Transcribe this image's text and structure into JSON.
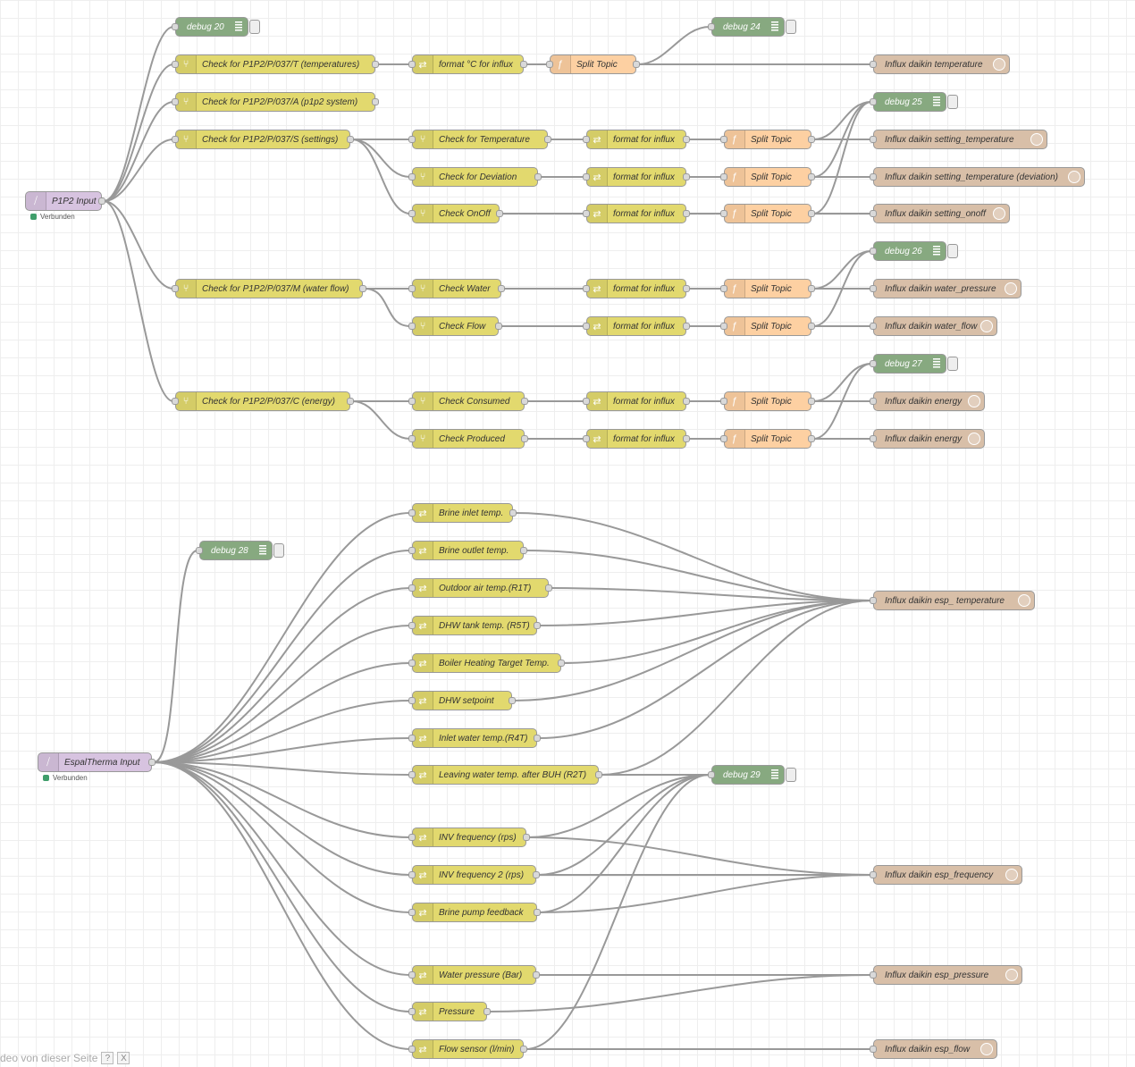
{
  "colors": {
    "switch": "#e2d96e",
    "change": "#e2d96e",
    "function": "#fdd0a2",
    "debug": "#87a980",
    "influx": "#d8bfa8",
    "input": "#d7c3e0",
    "wire": "#999999",
    "status_connected": "#3f9e6a"
  },
  "icons": {
    "input": "signal-icon",
    "switch": "switch-icon",
    "change": "shuffle-icon",
    "function": "function-icon",
    "debug": "list-icon",
    "influx": "database-icon"
  },
  "nodes": [
    {
      "id": "in1",
      "type": "input",
      "label": "P1P2 Input",
      "status": "Verbunden"
    },
    {
      "id": "d20",
      "type": "debug",
      "label": "debug 20"
    },
    {
      "id": "swT",
      "type": "switch",
      "label": "Check for P1P2/P/037/T (temperatures)"
    },
    {
      "id": "fmtC",
      "type": "change",
      "label": "format °C for influx"
    },
    {
      "id": "splT",
      "type": "function",
      "label": "Split Topic"
    },
    {
      "id": "d24",
      "type": "debug",
      "label": "debug 24"
    },
    {
      "id": "infT",
      "type": "influx",
      "label": "Influx daikin temperature"
    },
    {
      "id": "swA",
      "type": "switch",
      "label": "Check for P1P2/P/037/A (p1p2 system)"
    },
    {
      "id": "swS",
      "type": "switch",
      "label": "Check for P1P2/P/037/S (settings)"
    },
    {
      "id": "chkTemp",
      "type": "switch",
      "label": "Check for Temperature"
    },
    {
      "id": "chkDev",
      "type": "switch",
      "label": "Check for Deviation"
    },
    {
      "id": "chkOnOff",
      "type": "switch",
      "label": "Check OnOff"
    },
    {
      "id": "f1",
      "type": "change",
      "label": "format for influx"
    },
    {
      "id": "f2",
      "type": "change",
      "label": "format for influx"
    },
    {
      "id": "f3",
      "type": "change",
      "label": "format for influx"
    },
    {
      "id": "s1",
      "type": "function",
      "label": "Split Topic"
    },
    {
      "id": "s2",
      "type": "function",
      "label": "Split Topic"
    },
    {
      "id": "s3",
      "type": "function",
      "label": "Split Topic"
    },
    {
      "id": "d25",
      "type": "debug",
      "label": "debug 25"
    },
    {
      "id": "infST",
      "type": "influx",
      "label": "Influx daikin setting_temperature"
    },
    {
      "id": "infSD",
      "type": "influx",
      "label": "Influx daikin setting_temperature (deviation)"
    },
    {
      "id": "infSO",
      "type": "influx",
      "label": "Influx daikin setting_onoff"
    },
    {
      "id": "swM",
      "type": "switch",
      "label": "Check for P1P2/P/037/M (water flow)"
    },
    {
      "id": "chkWater",
      "type": "switch",
      "label": "Check Water"
    },
    {
      "id": "chkFlow",
      "type": "switch",
      "label": "Check Flow"
    },
    {
      "id": "f4",
      "type": "change",
      "label": "format for influx"
    },
    {
      "id": "f5",
      "type": "change",
      "label": "format for influx"
    },
    {
      "id": "s4",
      "type": "function",
      "label": "Split Topic"
    },
    {
      "id": "s5",
      "type": "function",
      "label": "Split Topic"
    },
    {
      "id": "d26",
      "type": "debug",
      "label": "debug 26"
    },
    {
      "id": "infWP",
      "type": "influx",
      "label": "Influx daikin water_pressure"
    },
    {
      "id": "infWF",
      "type": "influx",
      "label": "Influx daikin water_flow"
    },
    {
      "id": "swC",
      "type": "switch",
      "label": "Check for P1P2/P/037/C (energy)"
    },
    {
      "id": "chkCons",
      "type": "switch",
      "label": "Check Consumed"
    },
    {
      "id": "chkProd",
      "type": "switch",
      "label": "Check Produced"
    },
    {
      "id": "f6",
      "type": "change",
      "label": "format for influx"
    },
    {
      "id": "f7",
      "type": "change",
      "label": "format for influx"
    },
    {
      "id": "s6",
      "type": "function",
      "label": "Split Topic"
    },
    {
      "id": "s7",
      "type": "function",
      "label": "Split Topic"
    },
    {
      "id": "d27",
      "type": "debug",
      "label": "debug 27"
    },
    {
      "id": "infE1",
      "type": "influx",
      "label": "Influx daikin energy"
    },
    {
      "id": "infE2",
      "type": "influx",
      "label": "Influx daikin energy"
    },
    {
      "id": "in2",
      "type": "input",
      "label": "EspalTherma Input",
      "status": "Verbunden"
    },
    {
      "id": "d28",
      "type": "debug",
      "label": "debug 28"
    },
    {
      "id": "e1",
      "type": "change",
      "label": "Brine inlet temp."
    },
    {
      "id": "e2",
      "type": "change",
      "label": "Brine outlet temp."
    },
    {
      "id": "e3",
      "type": "change",
      "label": "Outdoor air temp.(R1T)"
    },
    {
      "id": "e4",
      "type": "change",
      "label": "DHW tank temp. (R5T)"
    },
    {
      "id": "e5",
      "type": "change",
      "label": "Boiler Heating Target Temp."
    },
    {
      "id": "e6",
      "type": "change",
      "label": "DHW setpoint"
    },
    {
      "id": "e7",
      "type": "change",
      "label": "Inlet water temp.(R4T)"
    },
    {
      "id": "e8",
      "type": "change",
      "label": "Leaving water temp. after BUH (R2T)"
    },
    {
      "id": "infET",
      "type": "influx",
      "label": "Influx daikin esp_ temperature"
    },
    {
      "id": "d29",
      "type": "debug",
      "label": "debug 29"
    },
    {
      "id": "e9",
      "type": "change",
      "label": "INV frequency (rps)"
    },
    {
      "id": "e10",
      "type": "change",
      "label": "INV frequency 2 (rps)"
    },
    {
      "id": "e11",
      "type": "change",
      "label": "Brine pump feedback"
    },
    {
      "id": "infEF",
      "type": "influx",
      "label": "Influx daikin esp_frequency"
    },
    {
      "id": "e12",
      "type": "change",
      "label": "Water pressure (Bar)"
    },
    {
      "id": "e13",
      "type": "change",
      "label": "Pressure"
    },
    {
      "id": "infEP",
      "type": "influx",
      "label": "Influx daikin esp_pressure"
    },
    {
      "id": "e14",
      "type": "change",
      "label": "Flow sensor (l/min)"
    },
    {
      "id": "infEFl",
      "type": "influx",
      "label": "Influx daikin esp_flow"
    }
  ],
  "wires": [
    [
      "in1",
      "d20"
    ],
    [
      "in1",
      "swT"
    ],
    [
      "in1",
      "swA"
    ],
    [
      "in1",
      "swS"
    ],
    [
      "in1",
      "swM"
    ],
    [
      "in1",
      "swC"
    ],
    [
      "swT",
      "fmtC"
    ],
    [
      "fmtC",
      "splT"
    ],
    [
      "splT",
      "d24"
    ],
    [
      "splT",
      "infT"
    ],
    [
      "swS",
      "chkTemp"
    ],
    [
      "swS",
      "chkDev"
    ],
    [
      "swS",
      "chkOnOff"
    ],
    [
      "chkTemp",
      "f1"
    ],
    [
      "chkDev",
      "f2"
    ],
    [
      "chkOnOff",
      "f3"
    ],
    [
      "f1",
      "s1"
    ],
    [
      "f2",
      "s2"
    ],
    [
      "f3",
      "s3"
    ],
    [
      "s1",
      "d25"
    ],
    [
      "s2",
      "d25"
    ],
    [
      "s3",
      "d25"
    ],
    [
      "s1",
      "infST"
    ],
    [
      "s2",
      "infSD"
    ],
    [
      "s3",
      "infSO"
    ],
    [
      "swM",
      "chkWater"
    ],
    [
      "swM",
      "chkFlow"
    ],
    [
      "chkWater",
      "f4"
    ],
    [
      "chkFlow",
      "f5"
    ],
    [
      "f4",
      "s4"
    ],
    [
      "f5",
      "s5"
    ],
    [
      "s4",
      "d26"
    ],
    [
      "s5",
      "d26"
    ],
    [
      "s4",
      "infWP"
    ],
    [
      "s5",
      "infWF"
    ],
    [
      "swC",
      "chkCons"
    ],
    [
      "swC",
      "chkProd"
    ],
    [
      "chkCons",
      "f6"
    ],
    [
      "chkProd",
      "f7"
    ],
    [
      "f6",
      "s6"
    ],
    [
      "f7",
      "s7"
    ],
    [
      "s6",
      "d27"
    ],
    [
      "s7",
      "d27"
    ],
    [
      "s6",
      "infE1"
    ],
    [
      "s7",
      "infE2"
    ],
    [
      "in2",
      "d28"
    ],
    [
      "in2",
      "e1"
    ],
    [
      "in2",
      "e2"
    ],
    [
      "in2",
      "e3"
    ],
    [
      "in2",
      "e4"
    ],
    [
      "in2",
      "e5"
    ],
    [
      "in2",
      "e6"
    ],
    [
      "in2",
      "e7"
    ],
    [
      "in2",
      "e8"
    ],
    [
      "in2",
      "e9"
    ],
    [
      "in2",
      "e10"
    ],
    [
      "in2",
      "e11"
    ],
    [
      "in2",
      "e12"
    ],
    [
      "in2",
      "e13"
    ],
    [
      "in2",
      "e14"
    ],
    [
      "e1",
      "infET"
    ],
    [
      "e2",
      "infET"
    ],
    [
      "e3",
      "infET"
    ],
    [
      "e4",
      "infET"
    ],
    [
      "e5",
      "infET"
    ],
    [
      "e6",
      "infET"
    ],
    [
      "e7",
      "infET"
    ],
    [
      "e8",
      "infET"
    ],
    [
      "e8",
      "d29"
    ],
    [
      "e9",
      "d29"
    ],
    [
      "e10",
      "d29"
    ],
    [
      "e11",
      "d29"
    ],
    [
      "e14",
      "d29"
    ],
    [
      "e9",
      "infEF"
    ],
    [
      "e10",
      "infEF"
    ],
    [
      "e11",
      "infEF"
    ],
    [
      "e12",
      "infEP"
    ],
    [
      "e13",
      "infEP"
    ],
    [
      "e14",
      "infEFl"
    ]
  ],
  "footer": {
    "text": "deo von dieser Seite",
    "help": "?",
    "close": "X"
  }
}
